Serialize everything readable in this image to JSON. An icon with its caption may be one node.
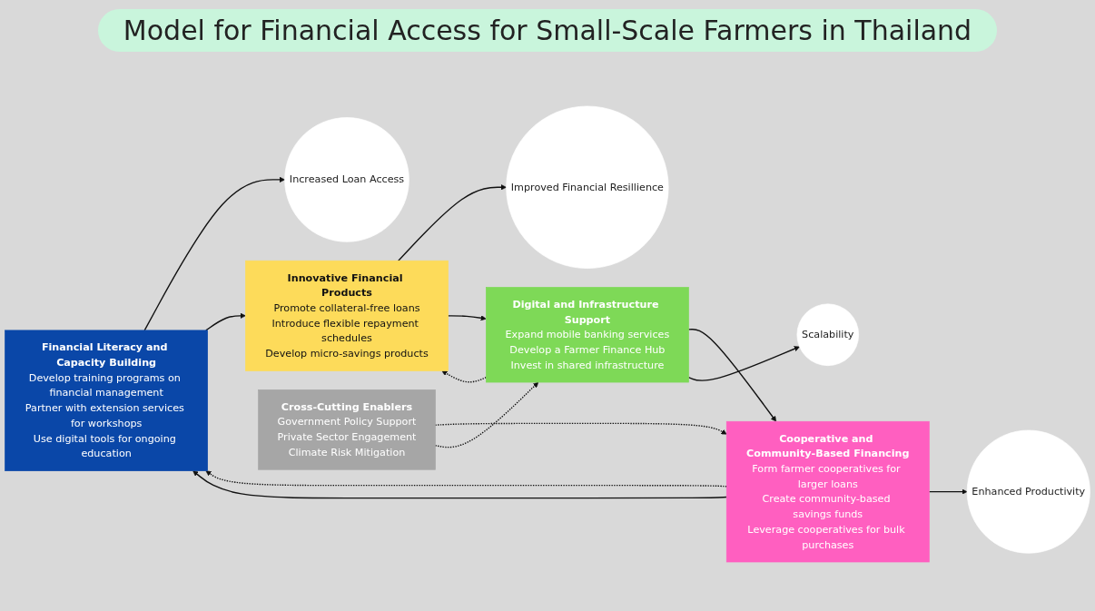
{
  "diagram": {
    "title": "Model for Financial Access for Small-Scale Farmers in Thailand",
    "nodes": [
      {
        "text": [
          "Increased Loan Access"
        ]
      },
      {
        "text": [
          "Financial Literacy and Capacity Building",
          "Develop training programs on financial management",
          "Partner with extension services for workshops",
          "Use digital tools for ongoing education"
        ]
      },
      {
        "text": [
          "Innovative Financial Products",
          "Promote collateral-free loans",
          "Introduce flexible repayment schedules",
          "Develop micro-savings products"
        ]
      },
      {
        "text": [
          "Improved Financial Resillience"
        ]
      },
      {
        "text": [
          "Enhanced Productivity"
        ]
      },
      {
        "text": [
          "Cooperative and Community-Based Financing",
          "Form farmer cooperatives for larger loans",
          "Create community-based savings funds",
          "Leverage cooperatives for bulk purchases"
        ]
      },
      {
        "text": [
          "Digital and Infrastructure Support",
          "Expand mobile banking services",
          "Develop a Farmer Finance Hub",
          "Invest in shared infrastructure"
        ]
      },
      {
        "text": [
          "Scalability"
        ]
      },
      {
        "text": [
          "Cross-Cutting Enablers",
          "Government Policy Support",
          "Private Sector Engagement",
          "Climate Risk Mitigation"
        ]
      }
    ],
    "edges": [
      {
        "from": 1,
        "to": 0,
        "arrow": "to"
      },
      {
        "from": 1,
        "to": 2,
        "arrow": "to"
      },
      {
        "from": 2,
        "to": 3,
        "arrow": "to"
      },
      {
        "from": 5,
        "to": 4,
        "arrow": "to"
      },
      {
        "from": 5,
        "to": 1,
        "arrow": "to",
        "style": "dashed"
      },
      {
        "from": 5,
        "to": 1,
        "arrow": "to"
      },
      {
        "from": 6,
        "to": 2,
        "arrow": "to",
        "style": "dashed"
      },
      {
        "from": 2,
        "to": 6,
        "arrow": "to"
      },
      {
        "from": 6,
        "to": 5,
        "arrow": "to"
      },
      {
        "from": 6,
        "to": 7,
        "arrow": "to"
      },
      {
        "from": 8,
        "to": 5,
        "arrow": "to",
        "style": "dashed"
      },
      {
        "from": 8,
        "to": 6,
        "arrow": "to",
        "style": "dashed"
      }
    ]
  }
}
